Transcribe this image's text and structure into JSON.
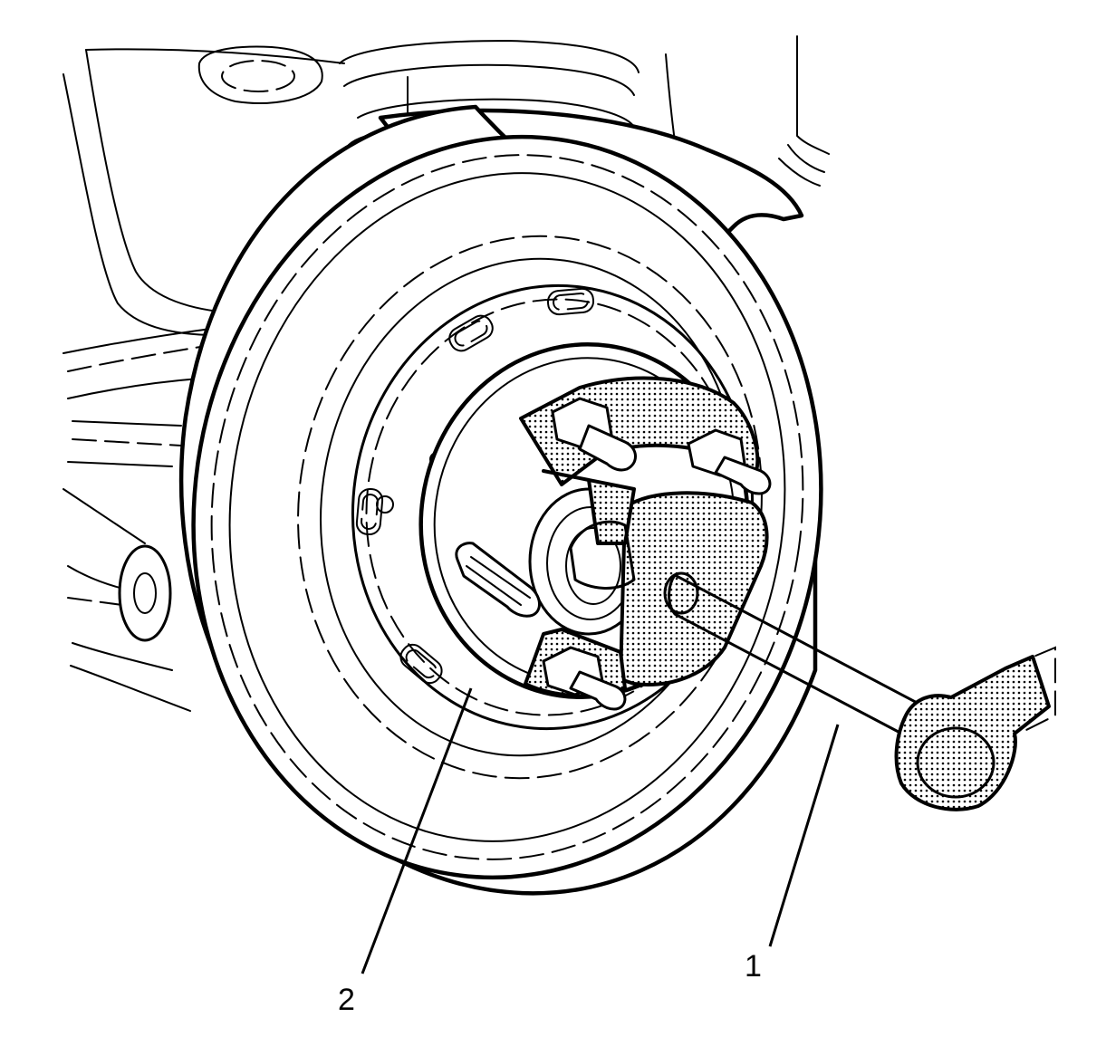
{
  "figure": {
    "callouts": [
      {
        "id": "1",
        "text": "1"
      },
      {
        "id": "2",
        "text": "2"
      }
    ],
    "colors": {
      "line": "#000000",
      "background": "#ffffff",
      "stipple": "#000000"
    }
  }
}
